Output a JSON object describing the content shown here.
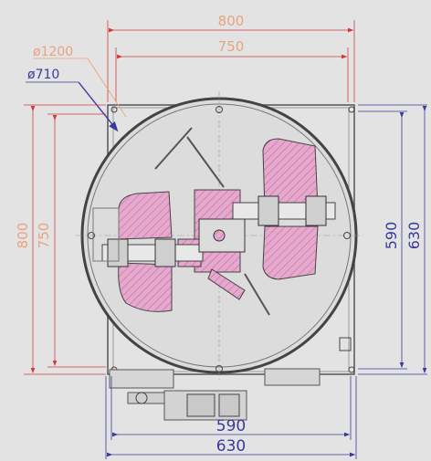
{
  "dimensions": {
    "top_outer": "800",
    "top_inner": "750",
    "diameter_outer": "ø1200",
    "diameter_inner": "ø710",
    "left_outer": "800",
    "left_inner": "750",
    "right_inner": "590",
    "right_outer": "630",
    "bottom_inner": "590",
    "bottom_outer": "630"
  },
  "colors": {
    "orange_dimension": "#e8a47f",
    "blue_dimension": "#3a3a9a",
    "red_extension": "#d23a3a",
    "magenta_parts": "#d98ab8",
    "outline": "#555555",
    "background": "#e3e3e3"
  }
}
